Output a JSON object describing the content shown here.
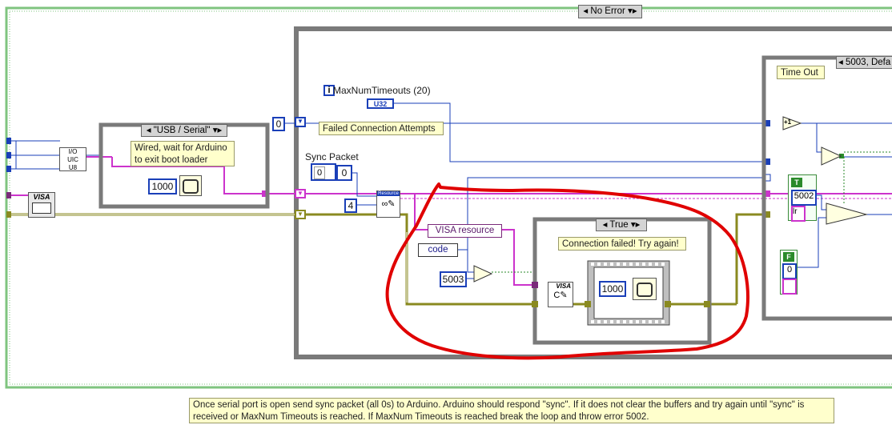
{
  "outer_case": {
    "selector_label": "No Error"
  },
  "usb_case": {
    "selector_label": "\"USB / Serial\"",
    "comment": "Wired, wait for Arduino\nto exit boot loader",
    "wait_ms": "1000"
  },
  "visa_icon_label": "VISA",
  "loop": {
    "max_timeouts_label": "MaxNumTimeouts (20)",
    "u32_label": "U32",
    "iteration_const": "0",
    "failed_attempts_label": "Failed Connection Attempts",
    "sync_packet_label": "Sync Packet",
    "sync_index": "0",
    "sync_value": "0",
    "byte_count": "4",
    "write_icon_label": "Resource"
  },
  "unbundle": {
    "visa_resource_label": "VISA resource",
    "code_label": "code"
  },
  "compare": {
    "code_const": "5003"
  },
  "inner_case": {
    "selector_label": "True",
    "message": "Connection failed! Try again!",
    "wait_ms": "1000",
    "visa_clear_label": "VISA"
  },
  "timeout_case": {
    "selector_label": "5003, Defa",
    "label": "Time Out",
    "true_label": "T",
    "error_code": "5002",
    "false_label": "F",
    "false_value": "0",
    "plus_one": "+1"
  },
  "comment": "Once serial port is open send sync packet (all 0s) to Arduino.  Arduino should respond \"sync\".  If it does not clear the buffers and try again until \"sync\" is received or MaxNum Timeouts is reached.  If MaxNum Timeouts is reached break the loop and throw error 5002.",
  "colors": {
    "wire_error": "#8a8a20",
    "wire_visa": "#cc33cc",
    "wire_numeric": "#1a3fb8",
    "structure_border": "#7a7a7a",
    "outer_border": "#7fc47f",
    "annotation": "#e00000"
  }
}
